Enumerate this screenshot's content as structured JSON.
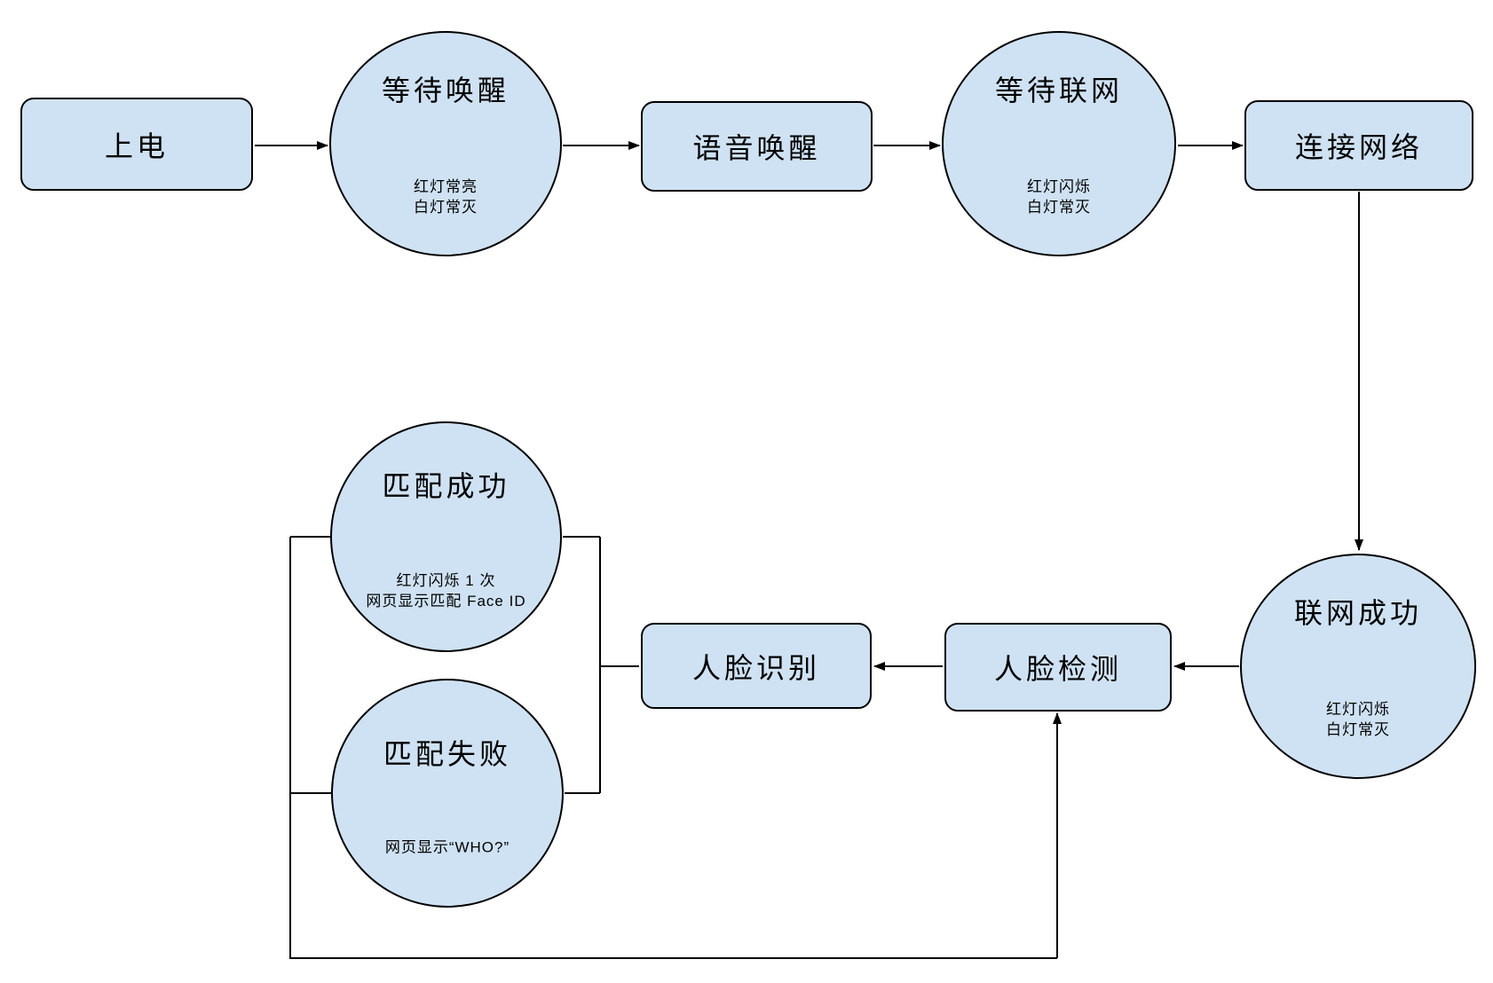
{
  "diagram": {
    "title": "device-state-flowchart",
    "colors": {
      "node_fill": "#cfe2f3",
      "node_border": "#000000",
      "connector": "#000000",
      "background": "#ffffff",
      "text": "#000000"
    },
    "nodes": {
      "power_on": {
        "label": "上电"
      },
      "wait_wake": {
        "title": "等待唤醒",
        "subtext": [
          "红灯常亮",
          "白灯常灭"
        ]
      },
      "voice_wake": {
        "label": "语音唤醒"
      },
      "wait_network": {
        "title": "等待联网",
        "subtext": [
          "红灯闪烁",
          "白灯常灭"
        ]
      },
      "connect_network": {
        "label": "连接网络"
      },
      "network_success": {
        "title": "联网成功",
        "subtext": [
          "红灯闪烁",
          "白灯常灭"
        ]
      },
      "face_detect": {
        "label": "人脸检测"
      },
      "face_recognize": {
        "label": "人脸识别"
      },
      "match_success": {
        "title": "匹配成功",
        "subtext": [
          "红灯闪烁 1 次",
          "网页显示匹配 Face ID"
        ]
      },
      "match_fail": {
        "title": "匹配失败",
        "subtext": [
          "网页显示“WHO?”"
        ]
      }
    },
    "edges": [
      "power_on -> wait_wake",
      "wait_wake -> voice_wake",
      "voice_wake -> wait_network",
      "wait_network -> connect_network",
      "connect_network -> network_success",
      "network_success -> face_detect",
      "face_detect -> face_recognize",
      "face_recognize -> match_success",
      "face_recognize -> match_fail",
      "match_success -> face_detect (loop)",
      "match_fail -> face_detect (loop)"
    ]
  }
}
